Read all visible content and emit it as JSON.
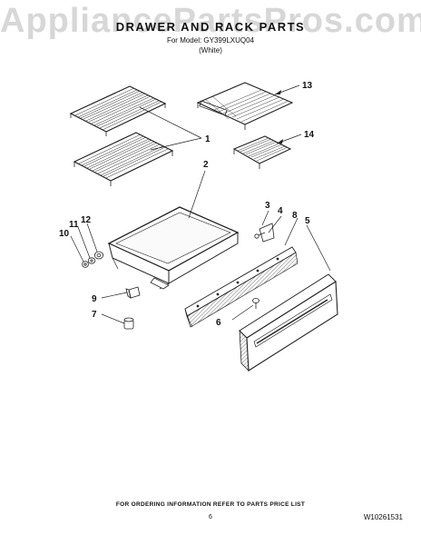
{
  "watermark": "AppliancePartsPros.com",
  "header": {
    "title": "DRAWER AND RACK PARTS",
    "model_line": "For Model: GY399LXUQ04",
    "color_line": "(White)"
  },
  "callouts": [
    "1",
    "2",
    "3",
    "4",
    "5",
    "6",
    "7",
    "8",
    "9",
    "10",
    "11",
    "12",
    "13",
    "14"
  ],
  "footer": {
    "ordering_note": "FOR ORDERING INFORMATION REFER TO PARTS PRICE LIST",
    "page_number": "6",
    "document_number": "W10261531"
  }
}
